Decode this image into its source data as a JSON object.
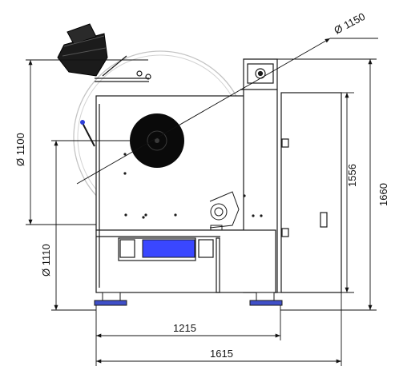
{
  "dimensions": {
    "reel_outer_diameter": "Ø 1150",
    "reel_diameter": "Ø 1100",
    "wheel_diameter": "Ø 1110",
    "height_1": "1556",
    "height_2": "1660",
    "width_1": "1215",
    "width_2": "1615"
  },
  "colors": {
    "outline": "#1a1a1a",
    "reel_circle": "#bdbdbd",
    "blue_part": "#3a47ff",
    "foot_blue": "#3f4fc8",
    "knob_blue": "#2f3fd8",
    "hub": "#0a0a0a"
  }
}
